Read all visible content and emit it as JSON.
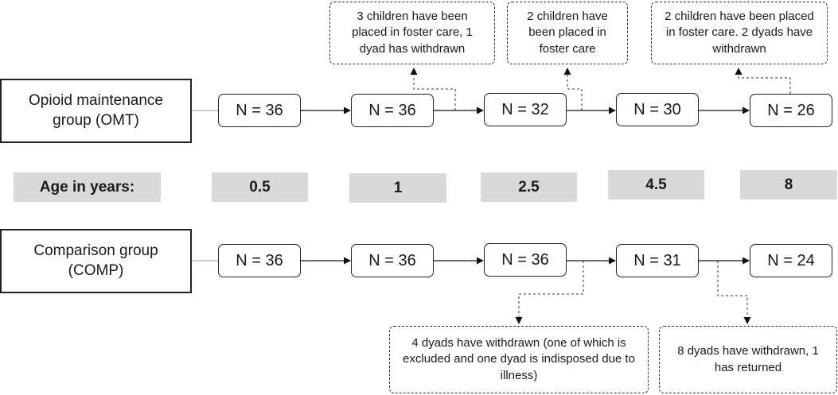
{
  "groups": {
    "omt": {
      "label_line1": "Opioid maintenance",
      "label_line2": "group (OMT)"
    },
    "comp": {
      "label_line1": "Comparison group",
      "label_line2": "(COMP)"
    }
  },
  "omt_counts": [
    "N = 36",
    "N = 36",
    "N = 32",
    "N = 30",
    "N = 26"
  ],
  "comp_counts": [
    "N = 36",
    "N = 36",
    "N = 36",
    "N = 31",
    "N = 24"
  ],
  "age": {
    "label": "Age in years:",
    "values": [
      "0.5",
      "1",
      "2.5",
      "4.5",
      "8"
    ]
  },
  "omt_notes": [
    "3 children have been placed in foster care, 1 dyad has withdrawn",
    "2 children have been placed in foster care",
    "2 children have been placed in foster care. 2 dyads have withdrawn"
  ],
  "comp_notes": [
    "4 dyads have withdrawn (one of which is excluded and one dyad is indisposed due to illness)",
    "8 dyads have withdrawn, 1 has returned"
  ]
}
